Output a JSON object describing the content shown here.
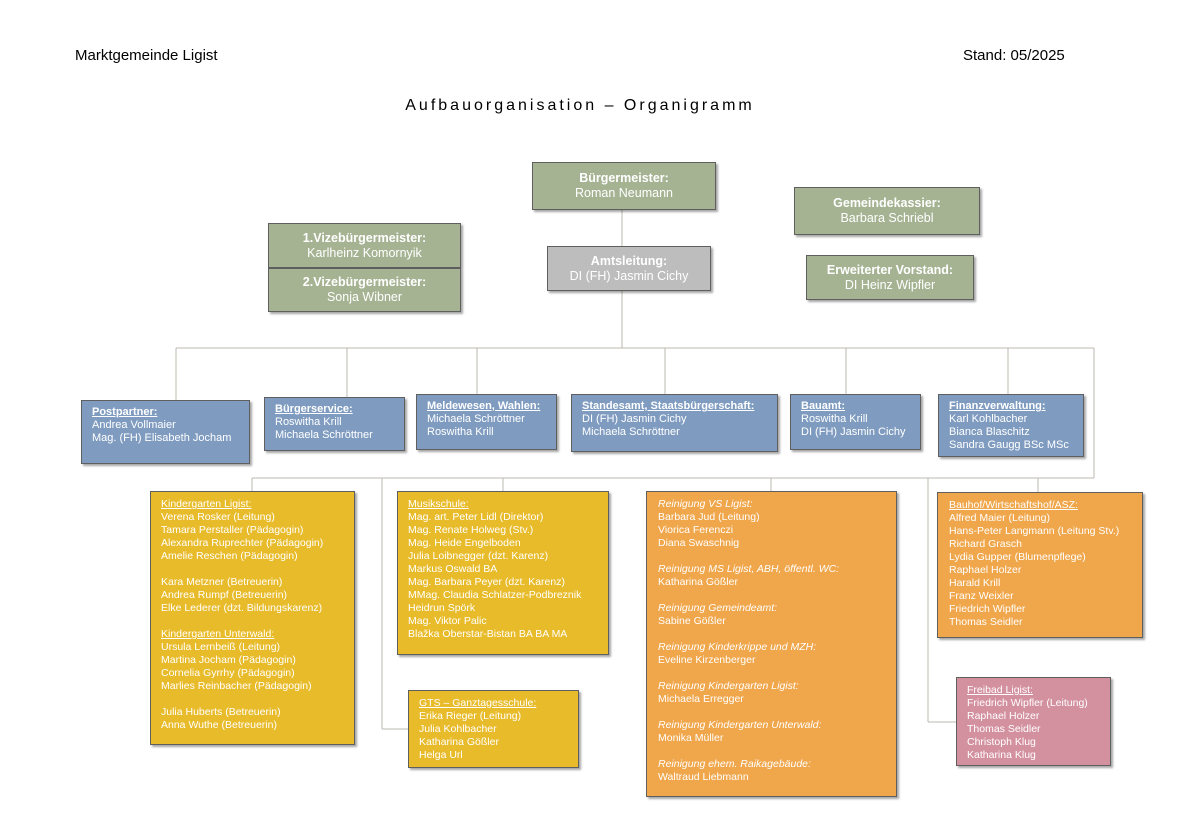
{
  "header": {
    "left": "Marktgemeinde Ligist",
    "right": "Stand: 05/2025",
    "title": "Aufbauorganisation – Organigramm"
  },
  "colors": {
    "leadership": "#a5b393",
    "office_head": "#bdbdbd",
    "departments": "#7f9cc0",
    "education": "#e8bb2a",
    "cleaning_building": "#f0a64a",
    "pool": "#d3909f"
  },
  "leadership": {
    "mayor": {
      "title": "Bürgermeister:",
      "name": "Roman Neumann"
    },
    "vice1": {
      "title": "1.Vizebürgermeister:",
      "name": "Karlheinz Komornyik"
    },
    "vice2": {
      "title": "2.Vizebürgermeister:",
      "name": "Sonja Wibner"
    },
    "treasurer": {
      "title": "Gemeindekassier:",
      "name": "Barbara Schriebl"
    },
    "board": {
      "title": "Erweiterter Vorstand:",
      "name": "DI Heinz Wipfler"
    },
    "office": {
      "title": "Amtsleitung:",
      "name": "DI (FH) Jasmin Cichy"
    }
  },
  "departments": [
    {
      "title": "Postpartner:",
      "members": [
        "Andrea Vollmaier",
        "Mag. (FH) Elisabeth Jocham"
      ]
    },
    {
      "title": "Bürgerservice:",
      "members": [
        "Roswitha Krill",
        "Michaela Schröttner"
      ]
    },
    {
      "title": "Meldewesen, Wahlen:",
      "members": [
        "Michaela Schröttner",
        "Roswitha Krill"
      ]
    },
    {
      "title": "Standesamt, Staatsbürgerschaft:",
      "members": [
        "DI (FH) Jasmin Cichy",
        "Michaela Schröttner"
      ]
    },
    {
      "title": "Bauamt:",
      "members": [
        "Roswitha Krill",
        "DI (FH) Jasmin Cichy"
      ]
    },
    {
      "title": "Finanzverwaltung:",
      "members": [
        "Karl Kohlbacher",
        "Bianca Blaschitz",
        "Sandra Gaugg BSc MSc"
      ]
    }
  ],
  "kindergarten": {
    "ligist_title": "Kindergarten Ligist:",
    "ligist_staff": [
      "Verena Rosker (Leitung)",
      "Tamara Perstaller (Pädagogin)",
      "Alexandra Ruprechter (Pädagogin)",
      "Amelie Reschen (Pädagogin)"
    ],
    "ligist_carers": [
      "Kara Metzner (Betreuerin)",
      "Andrea Rumpf (Betreuerin)",
      "Elke Lederer (dzt. Bildungskarenz)"
    ],
    "unterwald_title": "Kindergarten Unterwald:",
    "unterwald_staff": [
      "Ursula Lernbeiß (Leitung)",
      "Martina Jocham (Pädagogin)",
      "Cornelia Gyrrhy (Pädagogin)",
      "Marlies Reinbacher (Pädagogin)"
    ],
    "unterwald_carers": [
      "Julia Huberts (Betreuerin)",
      "Anna Wuthe (Betreuerin)"
    ]
  },
  "musikschule": {
    "title": "Musikschule:",
    "members": [
      "Mag. art. Peter Lidl (Direktor)",
      "Mag. Renate Holweg (Stv.)",
      "Mag. Heide Engelboden",
      "Julia Loibnegger (dzt. Karenz)",
      "Markus Oswald BA",
      "Mag. Barbara Peyer (dzt. Karenz)",
      "MMag. Claudia Schlatzer-Podbreznik",
      "Heidrun Spörk",
      "Mag. Viktor Palic",
      "Blažka Oberstar-Bistan BA BA MA"
    ]
  },
  "gts": {
    "title": "GTS – Ganztagesschule:",
    "members": [
      "Erika Rieger (Leitung)",
      "Julia Kohlbacher",
      "Katharina Gößler",
      "Helga Url"
    ]
  },
  "reinigung": [
    {
      "title": "Reinigung VS Ligist:",
      "members": [
        "Barbara Jud (Leitung)",
        "Viorica Ferenczi",
        "Diana Swaschnig"
      ]
    },
    {
      "title": "Reinigung MS Ligist, ABH, öffentl. WC:",
      "members": [
        "Katharina Gößler"
      ]
    },
    {
      "title": "Reinigung Gemeindeamt:",
      "members": [
        "Sabine Gößler"
      ]
    },
    {
      "title": "Reinigung Kinderkrippe und MZH:",
      "members": [
        "Eveline Kirzenberger"
      ]
    },
    {
      "title": "Reinigung Kindergarten Ligist:",
      "members": [
        "Michaela Erregger"
      ]
    },
    {
      "title": "Reinigung Kindergarten Unterwald:",
      "members": [
        "Monika Müller"
      ]
    },
    {
      "title": "Reinigung ehem. Raikagebäude:",
      "members": [
        "Waltraud Liebmann"
      ]
    }
  ],
  "bauhof": {
    "title": "Bauhof/Wirtschaftshof/ASZ:",
    "members": [
      "Alfred Maier (Leitung)",
      "Hans-Peter Langmann (Leitung Stv.)",
      "Richard Grasch",
      "Lydia Gupper (Blumenpflege)",
      "Raphael Holzer",
      "Harald Krill",
      "Franz Weixler",
      "Friedrich Wipfler",
      "Thomas Seidler"
    ]
  },
  "freibad": {
    "title": "Freibad Ligist:",
    "members": [
      "Friedrich Wipfler (Leitung)",
      "Raphael Holzer",
      "Thomas Seidler",
      "Christoph Klug",
      "Katharina Klug"
    ]
  }
}
